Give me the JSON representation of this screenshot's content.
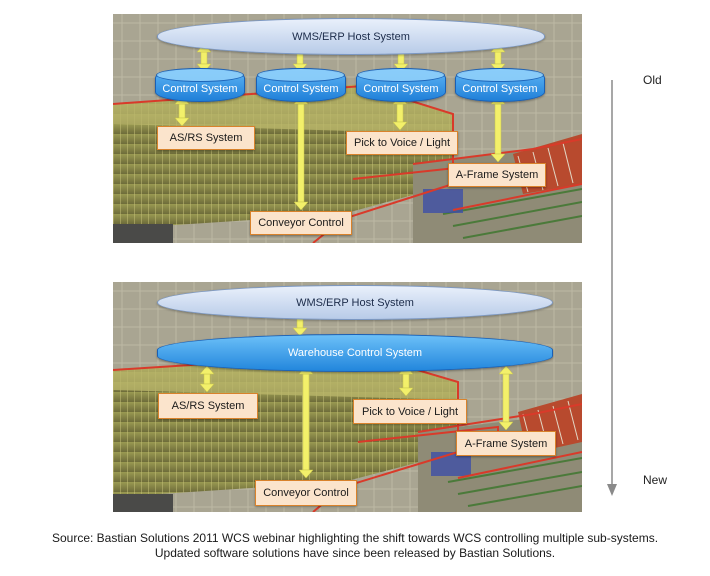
{
  "top_panel": {
    "host": "WMS/ERP Host System",
    "controls": [
      "Control System",
      "Control System",
      "Control System",
      "Control System"
    ],
    "systems": {
      "asrs": "AS/RS System",
      "pick": "Pick to Voice / Light",
      "aframe": "A-Frame System",
      "conveyor": "Conveyor  Control"
    }
  },
  "bottom_panel": {
    "host": "WMS/ERP Host System",
    "wcs": "Warehouse Control System",
    "systems": {
      "asrs": "AS/RS System",
      "pick": "Pick to Voice / Light",
      "aframe": "A-Frame System",
      "conveyor": "Conveyor  Control"
    }
  },
  "timeline": {
    "old": "Old",
    "new": "New"
  },
  "caption": {
    "line1": "Source: Bastian Solutions 2011 WCS webinar highlighting the shift towards WCS controlling multiple sub-systems.",
    "line2": "Updated software solutions have since been released by Bastian Solutions."
  },
  "colors": {
    "host": "#c9d8ef",
    "control": "#2b8de0",
    "label": "#fbe4cc",
    "arrow": "#f3f06a",
    "outline": "#d93a2a"
  }
}
